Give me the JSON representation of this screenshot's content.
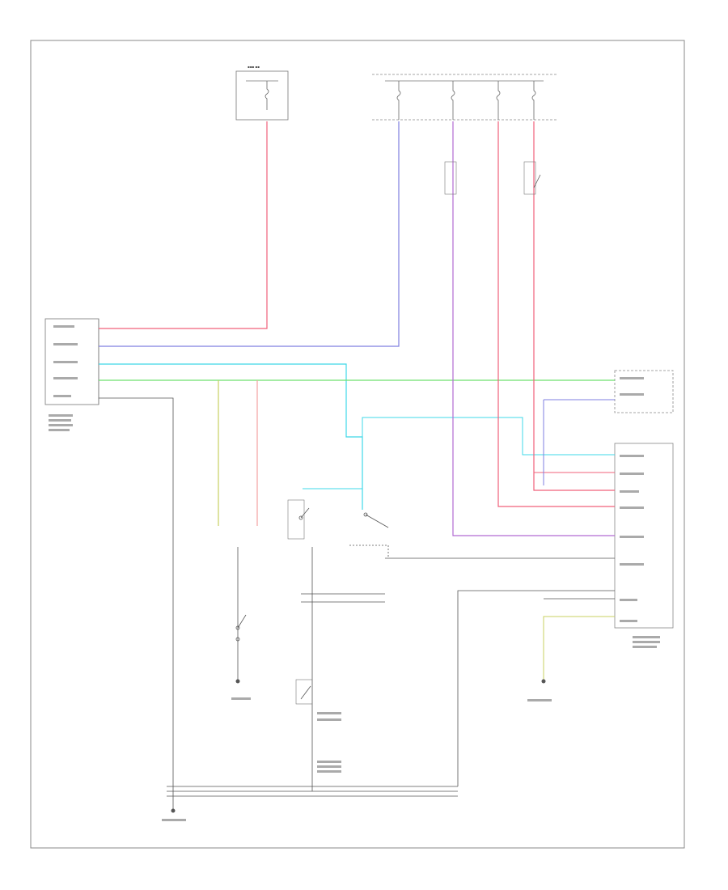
{
  "diagram": {
    "figure_id": "",
    "wire_colors": {
      "red": "#f0607a",
      "blue": "#7f7fe0",
      "cyan": "#3fd8e8",
      "green": "#6ee06e",
      "violet": "#b26ad2",
      "yellow_green": "#c8d060",
      "light_red": "#f2a2a2",
      "gray": "#555555"
    },
    "labels": [
      {
        "id": "fuse-box-1-title",
        "text": ""
      },
      {
        "id": "fuse-box-2-title",
        "text": ""
      },
      {
        "id": "module-left-title",
        "text": ""
      },
      {
        "id": "module-right-mid-title",
        "text": ""
      },
      {
        "id": "module-right-bottom-title",
        "text": ""
      },
      {
        "id": "ground-left",
        "text": ""
      },
      {
        "id": "ground-right",
        "text": ""
      },
      {
        "id": "ground-bottom",
        "text": ""
      }
    ]
  }
}
